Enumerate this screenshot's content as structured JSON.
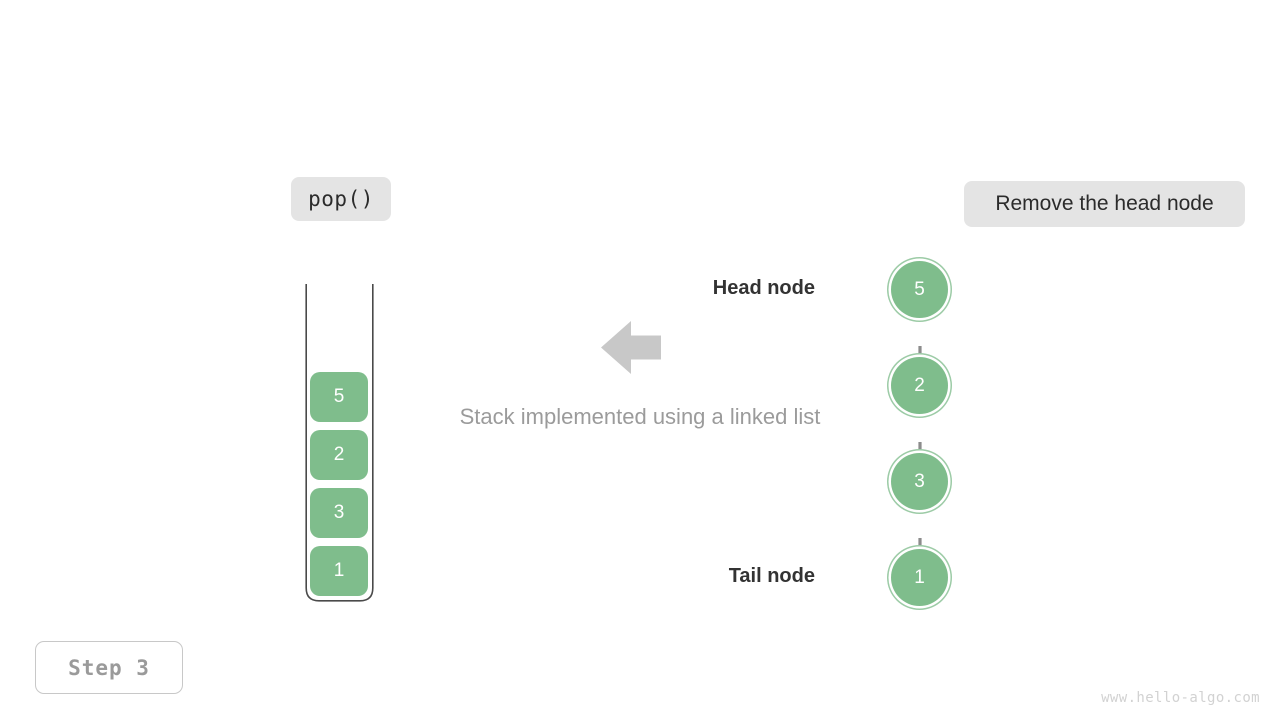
{
  "operation": {
    "label": "pop()"
  },
  "action": {
    "label": "Remove the head node"
  },
  "caption": {
    "text": "Stack implemented using a linked list"
  },
  "step": {
    "label": "Step 3"
  },
  "watermark": {
    "text": "www.hello-algo.com"
  },
  "colors": {
    "node_fill": "#7fbd8c",
    "node_ring": "#9ccba6",
    "edge": "#8c8c8c",
    "arrow": "#c8c8c8",
    "pill_bg": "#e4e4e4",
    "caption_text": "#9b9b9b",
    "container_border": "#4a4a4a"
  },
  "stack": {
    "name": "stack-column",
    "items": [
      {
        "value": "5"
      },
      {
        "value": "2"
      },
      {
        "value": "3"
      },
      {
        "value": "1"
      }
    ]
  },
  "linked_list": {
    "head_label": "Head node",
    "tail_label": "Tail node",
    "nodes": [
      {
        "value": "5",
        "role": "head"
      },
      {
        "value": "2",
        "role": "middle"
      },
      {
        "value": "3",
        "role": "middle"
      },
      {
        "value": "1",
        "role": "tail"
      }
    ]
  },
  "transfer_arrow": {
    "direction": "left"
  }
}
